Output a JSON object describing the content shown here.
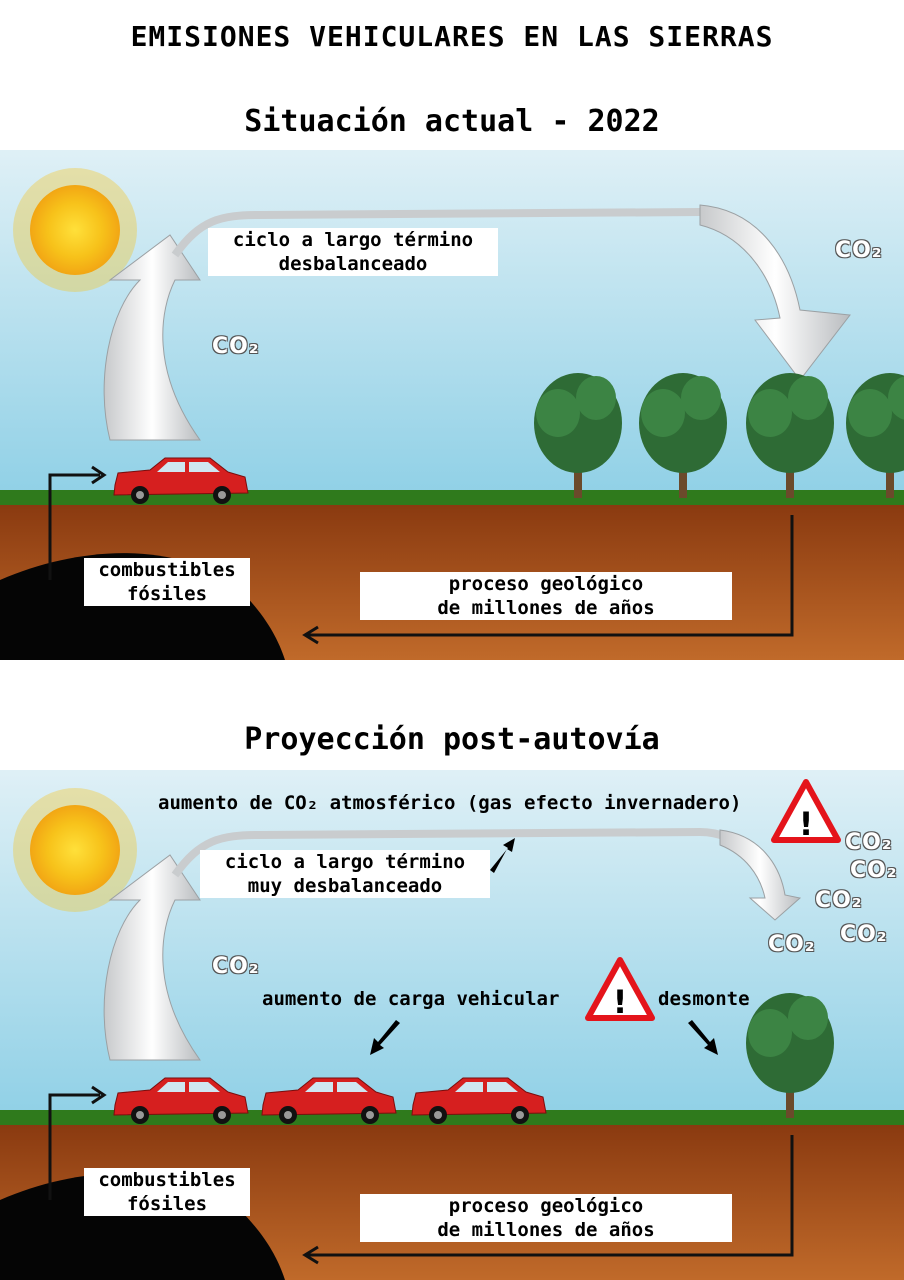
{
  "title": "EMISIONES VEHICULARES EN LAS SIERRAS",
  "panels": [
    {
      "heading": "Situación actual - 2022",
      "cycle_label": [
        "ciclo a largo término",
        "desbalanceado"
      ],
      "fuel_label": [
        "combustibles",
        "fósiles"
      ],
      "geo_label": [
        "proceso geológico",
        "de millones de años"
      ],
      "co2_tags": [
        "CO₂",
        "CO₂"
      ],
      "cars": 1,
      "trees": 4
    },
    {
      "heading": "Proyección post-autovía",
      "atmos_label": "aumento de CO₂ atmosférico (gas efecto invernadero)",
      "cycle_label": [
        "ciclo a largo término",
        "muy desbalanceado"
      ],
      "load_label": "aumento de carga vehicular",
      "clearing_label": "desmonte",
      "fuel_label": [
        "combustibles",
        "fósiles"
      ],
      "geo_label": [
        "proceso geológico",
        "de millones de años"
      ],
      "co2_tags": [
        "CO₂",
        "CO₂",
        "CO₂",
        "CO₂",
        "CO₂",
        "CO₂"
      ],
      "cars": 3,
      "trees": 1,
      "warning_icons": 2
    }
  ],
  "colors": {
    "sky_top": "#dff0f6",
    "sky_bottom": "#8fd0e6",
    "grass": "#2f7a1c",
    "soil_top": "#8a3a10",
    "soil_bottom": "#c06a2a",
    "car": "#d61f1f",
    "tree": "#2e6b35",
    "sun": "#f7c21a",
    "warning": "#e4141b"
  }
}
